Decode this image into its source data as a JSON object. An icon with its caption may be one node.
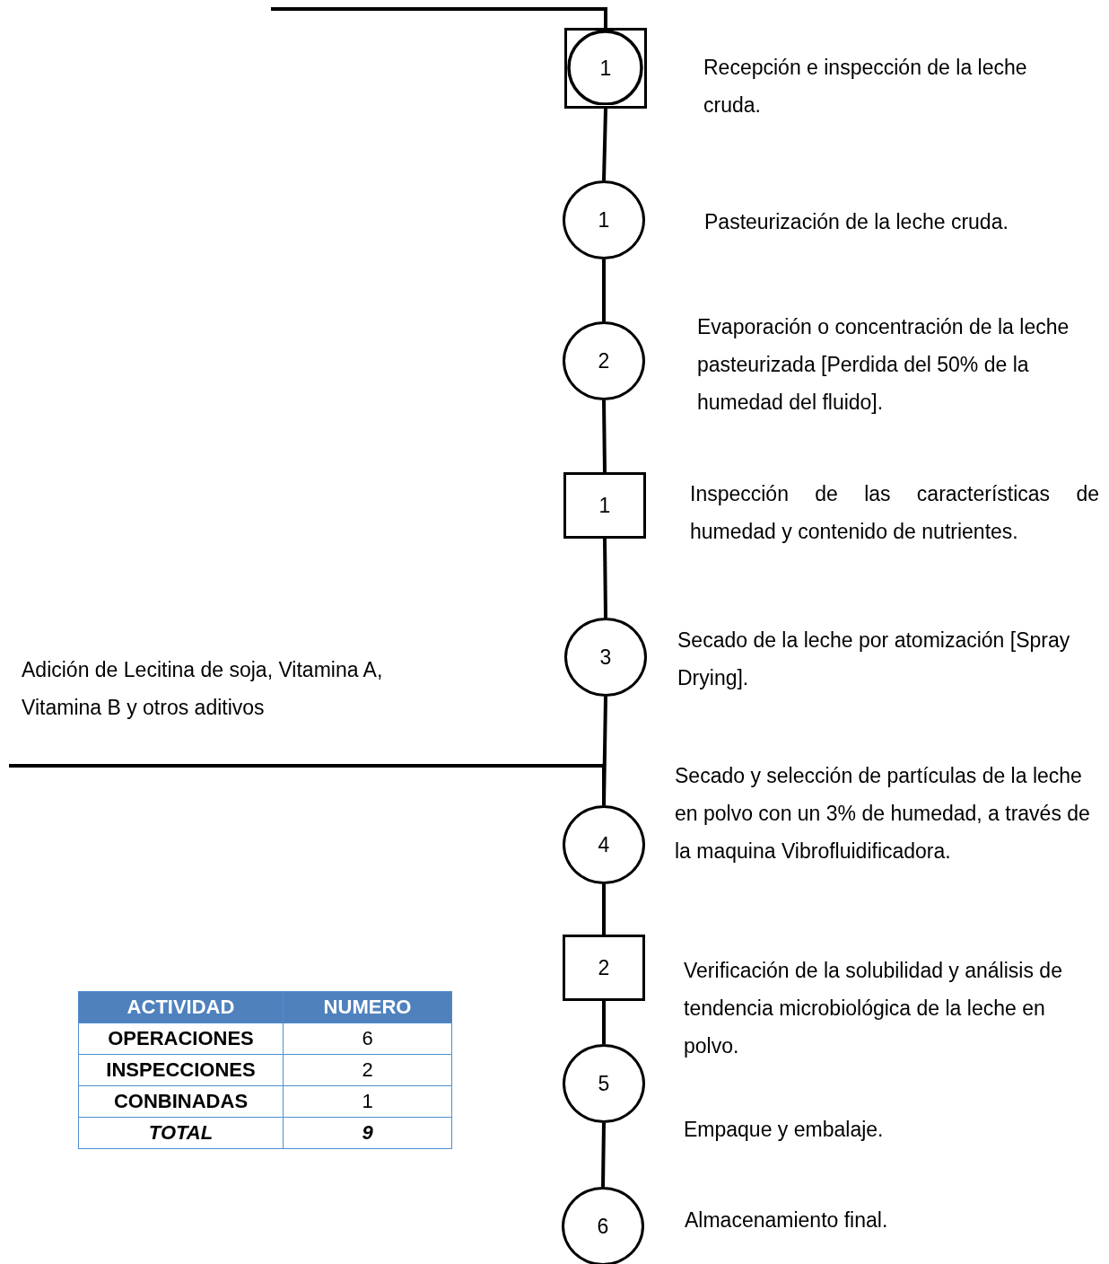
{
  "diagram": {
    "nodes": [
      {
        "text": [
          "1"
        ],
        "beside": [
          "Recepción e inspección de la leche cruda."
        ]
      },
      {
        "text": [
          "1"
        ],
        "beside": [
          "Pasteurización de la leche cruda."
        ]
      },
      {
        "text": [
          "2"
        ],
        "beside": [
          "Evaporación o concentración de la leche pasteurizada [Perdida del 50% de la humedad del fluido]."
        ]
      },
      {
        "text": [
          "1"
        ],
        "beside": [
          "Inspección de las características de humedad y contenido de nutrientes."
        ]
      },
      {
        "text": [
          "3"
        ],
        "beside": [
          "Secado de la leche por atomización [Spray Drying]."
        ]
      },
      {
        "text": [
          "4"
        ],
        "beside": [
          "Secado y selección de partículas de la leche en polvo con un 3% de humedad, a través de la maquina Vibrofluidificadora."
        ]
      },
      {
        "text": [
          "2"
        ],
        "beside": [
          "Verificación de la solubilidad y análisis de tendencia microbiológica de la leche en polvo."
        ]
      },
      {
        "text": [
          "5"
        ],
        "beside": [
          "Empaque y embalaje."
        ]
      },
      {
        "text": [
          "6"
        ],
        "beside": [
          "Almacenamiento final."
        ]
      }
    ],
    "edges": [
      {
        "from": null,
        "to": 0,
        "arrow": "none"
      },
      {
        "from": 0,
        "to": 1,
        "arrow": "none"
      },
      {
        "from": 1,
        "to": 2,
        "arrow": "none"
      },
      {
        "from": 2,
        "to": 3,
        "arrow": "none"
      },
      {
        "from": 3,
        "to": 4,
        "arrow": "none"
      },
      {
        "from": 4,
        "to": 5,
        "arrow": "none"
      },
      {
        "from": null,
        "to": 5,
        "arrow": "none",
        "label": "Adición de Lecitina de soja, Vitamina A, Vitamina B y otros aditivos"
      },
      {
        "from": 5,
        "to": 6,
        "arrow": "none"
      },
      {
        "from": 6,
        "to": 7,
        "arrow": "none"
      },
      {
        "from": 7,
        "to": 8,
        "arrow": "none"
      }
    ],
    "labels": [
      "ACTIVIDAD",
      "NUMERO",
      "OPERACIONES",
      "6",
      "INSPECCIONES",
      "2",
      "CONBINADAS",
      "1",
      "TOTAL",
      "9"
    ]
  }
}
